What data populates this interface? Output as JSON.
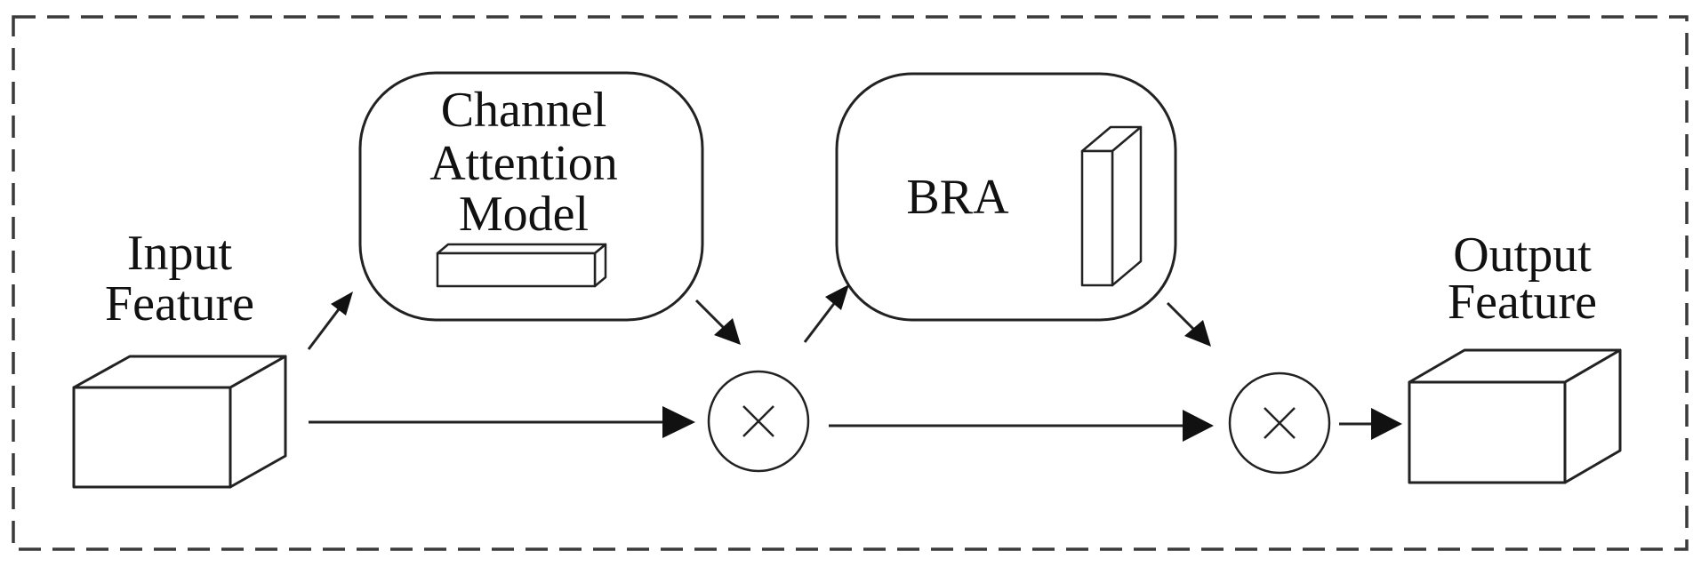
{
  "diagram": {
    "colors": {
      "stroke": "#222222",
      "frame": "#3a3a3a",
      "fill": "#ffffff",
      "text": "#111111"
    },
    "input": {
      "label_line1": "Input",
      "label_line2": "Feature"
    },
    "channel_attention": {
      "label_line1": "Channel",
      "label_line2": "Attention",
      "label_line3": "Model"
    },
    "bra": {
      "label": "BRA"
    },
    "multiply_1": {
      "symbol": "×"
    },
    "multiply_2": {
      "symbol": "×"
    },
    "output": {
      "label_line1": "Output",
      "label_line2": "Feature"
    }
  }
}
